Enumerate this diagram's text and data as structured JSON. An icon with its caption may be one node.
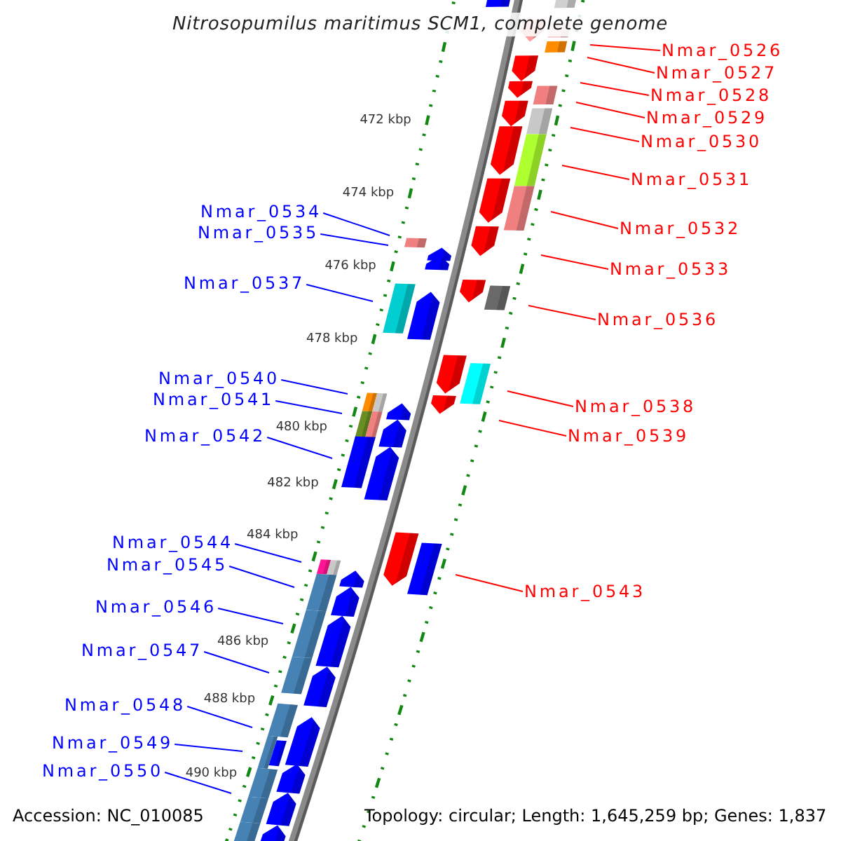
{
  "diagram": {
    "title": "Nitrosopumilus maritimus SCM1, complete genome",
    "nodes": [
      {
        "text": [
          "Nmar_0526"
        ]
      },
      {
        "text": [
          "Nmar_0527"
        ]
      },
      {
        "text": [
          "Nmar_0528"
        ]
      },
      {
        "text": [
          "Nmar_0529"
        ]
      },
      {
        "text": [
          "Nmar_0530"
        ]
      },
      {
        "text": [
          "Nmar_0531"
        ]
      },
      {
        "text": [
          "Nmar_0534"
        ]
      },
      {
        "text": [
          "Nmar_0532"
        ]
      },
      {
        "text": [
          "Nmar_0535"
        ]
      },
      {
        "text": [
          "Nmar_0533"
        ]
      },
      {
        "text": [
          "Nmar_0537"
        ]
      },
      {
        "text": [
          "Nmar_0536"
        ]
      },
      {
        "text": [
          "Nmar_0540"
        ]
      },
      {
        "text": [
          "Nmar_0541"
        ]
      },
      {
        "text": [
          "Nmar_0538"
        ]
      },
      {
        "text": [
          "Nmar_0539"
        ]
      },
      {
        "text": [
          "Nmar_0542"
        ]
      },
      {
        "text": [
          "Nmar_0544"
        ]
      },
      {
        "text": [
          "Nmar_0545"
        ]
      },
      {
        "text": [
          "Nmar_0543"
        ]
      },
      {
        "text": [
          "Nmar_0546"
        ]
      },
      {
        "text": [
          "Nmar_0547"
        ]
      },
      {
        "text": [
          "Nmar_0548"
        ]
      },
      {
        "text": [
          "Nmar_0549"
        ]
      },
      {
        "text": [
          "Nmar_0550"
        ]
      }
    ],
    "edges": [
      {
        "from": 0,
        "to": null,
        "arrow": "none",
        "color": "#ff0000"
      },
      {
        "from": 1,
        "to": null,
        "arrow": "none",
        "color": "#ff0000"
      },
      {
        "from": 2,
        "to": null,
        "arrow": "none",
        "color": "#ff0000"
      },
      {
        "from": 3,
        "to": null,
        "arrow": "none",
        "color": "#ff0000"
      },
      {
        "from": 4,
        "to": null,
        "arrow": "none",
        "color": "#ff0000"
      },
      {
        "from": 5,
        "to": null,
        "arrow": "none",
        "color": "#ff0000"
      },
      {
        "from": 6,
        "to": null,
        "arrow": "none"
      },
      {
        "from": 7,
        "to": null,
        "arrow": "none",
        "color": "#ff0000"
      },
      {
        "from": 8,
        "to": null,
        "arrow": "none"
      },
      {
        "from": 9,
        "to": null,
        "arrow": "none",
        "color": "#ff0000"
      },
      {
        "from": 10,
        "to": null,
        "arrow": "none"
      },
      {
        "from": 11,
        "to": null,
        "arrow": "none",
        "color": "#ff0000"
      },
      {
        "from": 12,
        "to": null,
        "arrow": "none"
      },
      {
        "from": 13,
        "to": null,
        "arrow": "none"
      },
      {
        "from": 14,
        "to": null,
        "arrow": "none",
        "color": "#ff0000"
      },
      {
        "from": 15,
        "to": null,
        "arrow": "none",
        "color": "#ff0000"
      },
      {
        "from": 16,
        "to": null,
        "arrow": "none"
      },
      {
        "from": 17,
        "to": null,
        "arrow": "none"
      },
      {
        "from": 18,
        "to": null,
        "arrow": "none"
      },
      {
        "from": 19,
        "to": null,
        "arrow": "none",
        "color": "#ff0000"
      },
      {
        "from": 20,
        "to": null,
        "arrow": "none"
      },
      {
        "from": 21,
        "to": null,
        "arrow": "none"
      },
      {
        "from": 22,
        "to": null,
        "arrow": "none"
      },
      {
        "from": 23,
        "to": null,
        "arrow": "none"
      },
      {
        "from": 24,
        "to": null,
        "arrow": "none"
      }
    ],
    "labels": [
      "472 kbp",
      "474 kbp",
      "476 kbp",
      "478 kbp",
      "480 kbp",
      "482 kbp",
      "484 kbp",
      "486 kbp",
      "488 kbp",
      "490 kbp",
      "Accession: NC_010085",
      "Topology: circular; Length: 1,645,259 bp; Genes: 1,837"
    ]
  }
}
